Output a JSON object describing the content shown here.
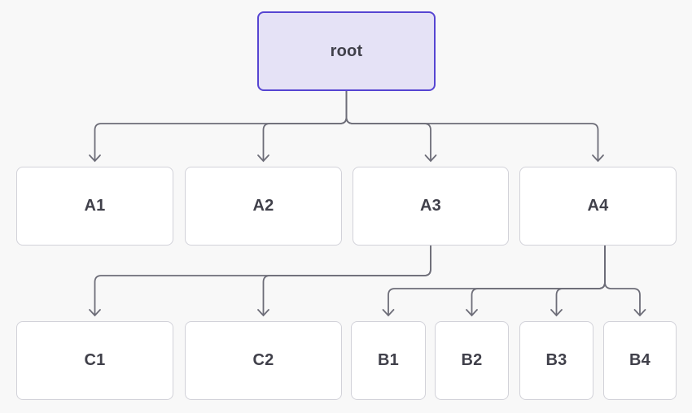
{
  "diagram": {
    "type": "tree",
    "nodes": [
      {
        "id": "root",
        "label": "root",
        "variant": "root"
      },
      {
        "id": "A1",
        "label": "A1",
        "variant": "default"
      },
      {
        "id": "A2",
        "label": "A2",
        "variant": "default"
      },
      {
        "id": "A3",
        "label": "A3",
        "variant": "default"
      },
      {
        "id": "A4",
        "label": "A4",
        "variant": "default"
      },
      {
        "id": "C1",
        "label": "C1",
        "variant": "default"
      },
      {
        "id": "C2",
        "label": "C2",
        "variant": "default"
      },
      {
        "id": "B1",
        "label": "B1",
        "variant": "default"
      },
      {
        "id": "B2",
        "label": "B2",
        "variant": "default"
      },
      {
        "id": "B3",
        "label": "B3",
        "variant": "default"
      },
      {
        "id": "B4",
        "label": "B4",
        "variant": "default"
      }
    ],
    "edges": [
      {
        "from": "root",
        "to": "A1"
      },
      {
        "from": "root",
        "to": "A2"
      },
      {
        "from": "root",
        "to": "A3"
      },
      {
        "from": "root",
        "to": "A4"
      },
      {
        "from": "A3",
        "to": "C1"
      },
      {
        "from": "A3",
        "to": "C2"
      },
      {
        "from": "A4",
        "to": "B1"
      },
      {
        "from": "A4",
        "to": "B2"
      },
      {
        "from": "A4",
        "to": "B3"
      },
      {
        "from": "A4",
        "to": "B4"
      }
    ],
    "colors": {
      "background": "#f8f8f8",
      "root_fill": "#e5e2f6",
      "root_border": "#5645d2",
      "node_fill": "#ffffff",
      "node_border": "#d2d2d9",
      "edge": "#6d6d78",
      "label": "#40404a"
    }
  }
}
